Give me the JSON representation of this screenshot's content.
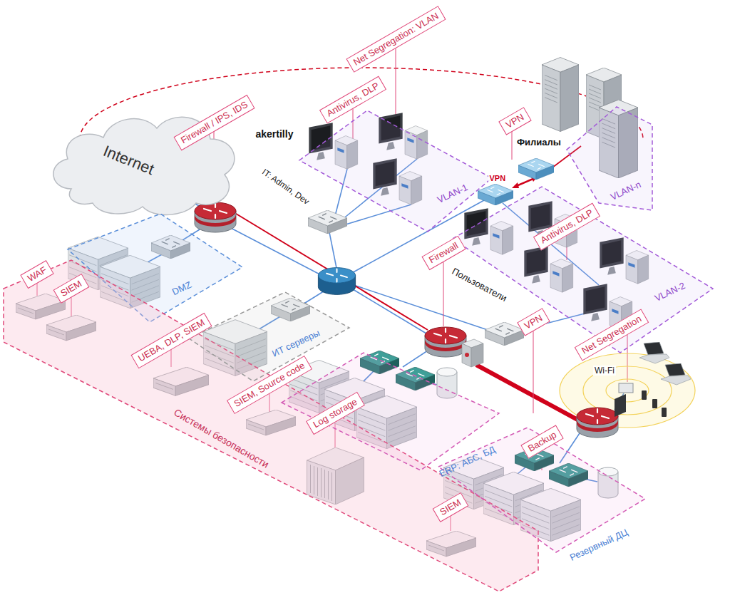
{
  "diagram": {
    "nodes": [
      {
        "text": [
          "Net Segregation: VLAN"
        ]
      },
      {
        "text": [
          "Internet"
        ]
      },
      {
        "text": [
          "Firewall / IPS, IDS"
        ]
      },
      {
        "text": [
          "Antivirus, DLP"
        ]
      },
      {
        "text": [
          "VLAN-1"
        ]
      },
      {
        "text": [
          "VPN"
        ]
      },
      {
        "text": [
          "VLAN-n"
        ]
      },
      {
        "text": [
          "Firewall"
        ]
      },
      {
        "text": [
          "Antivirus, DLP"
        ]
      },
      {
        "text": [
          "VLAN-2"
        ]
      },
      {
        "text": [
          "DMZ"
        ]
      },
      {
        "text": [
          "Системы безопасности"
        ]
      },
      {
        "text": [
          "WAF"
        ]
      },
      {
        "text": [
          "SIEM"
        ]
      },
      {
        "text": [
          "ИТ серверы"
        ]
      },
      {
        "text": [
          "VPN"
        ]
      },
      {
        "text": [
          "Net Segregation"
        ]
      },
      {
        "text": [
          "UEBA, DLP, SIEM"
        ]
      },
      {
        "text": [
          "ERP: АБС, БД"
        ]
      },
      {
        "text": [
          "SIEM, Source code"
        ]
      },
      {
        "text": [
          "Log storage"
        ]
      },
      {
        "text": [
          "Резервный ДЦ"
        ]
      },
      {
        "text": [
          "Backup"
        ]
      },
      {
        "text": [
          "SIEM"
        ]
      }
    ],
    "labels": [
      "akertilly",
      "IT: Admin, Dev",
      "Филиалы",
      "VPN",
      "Пользователи",
      "Wi-Fi"
    ]
  }
}
